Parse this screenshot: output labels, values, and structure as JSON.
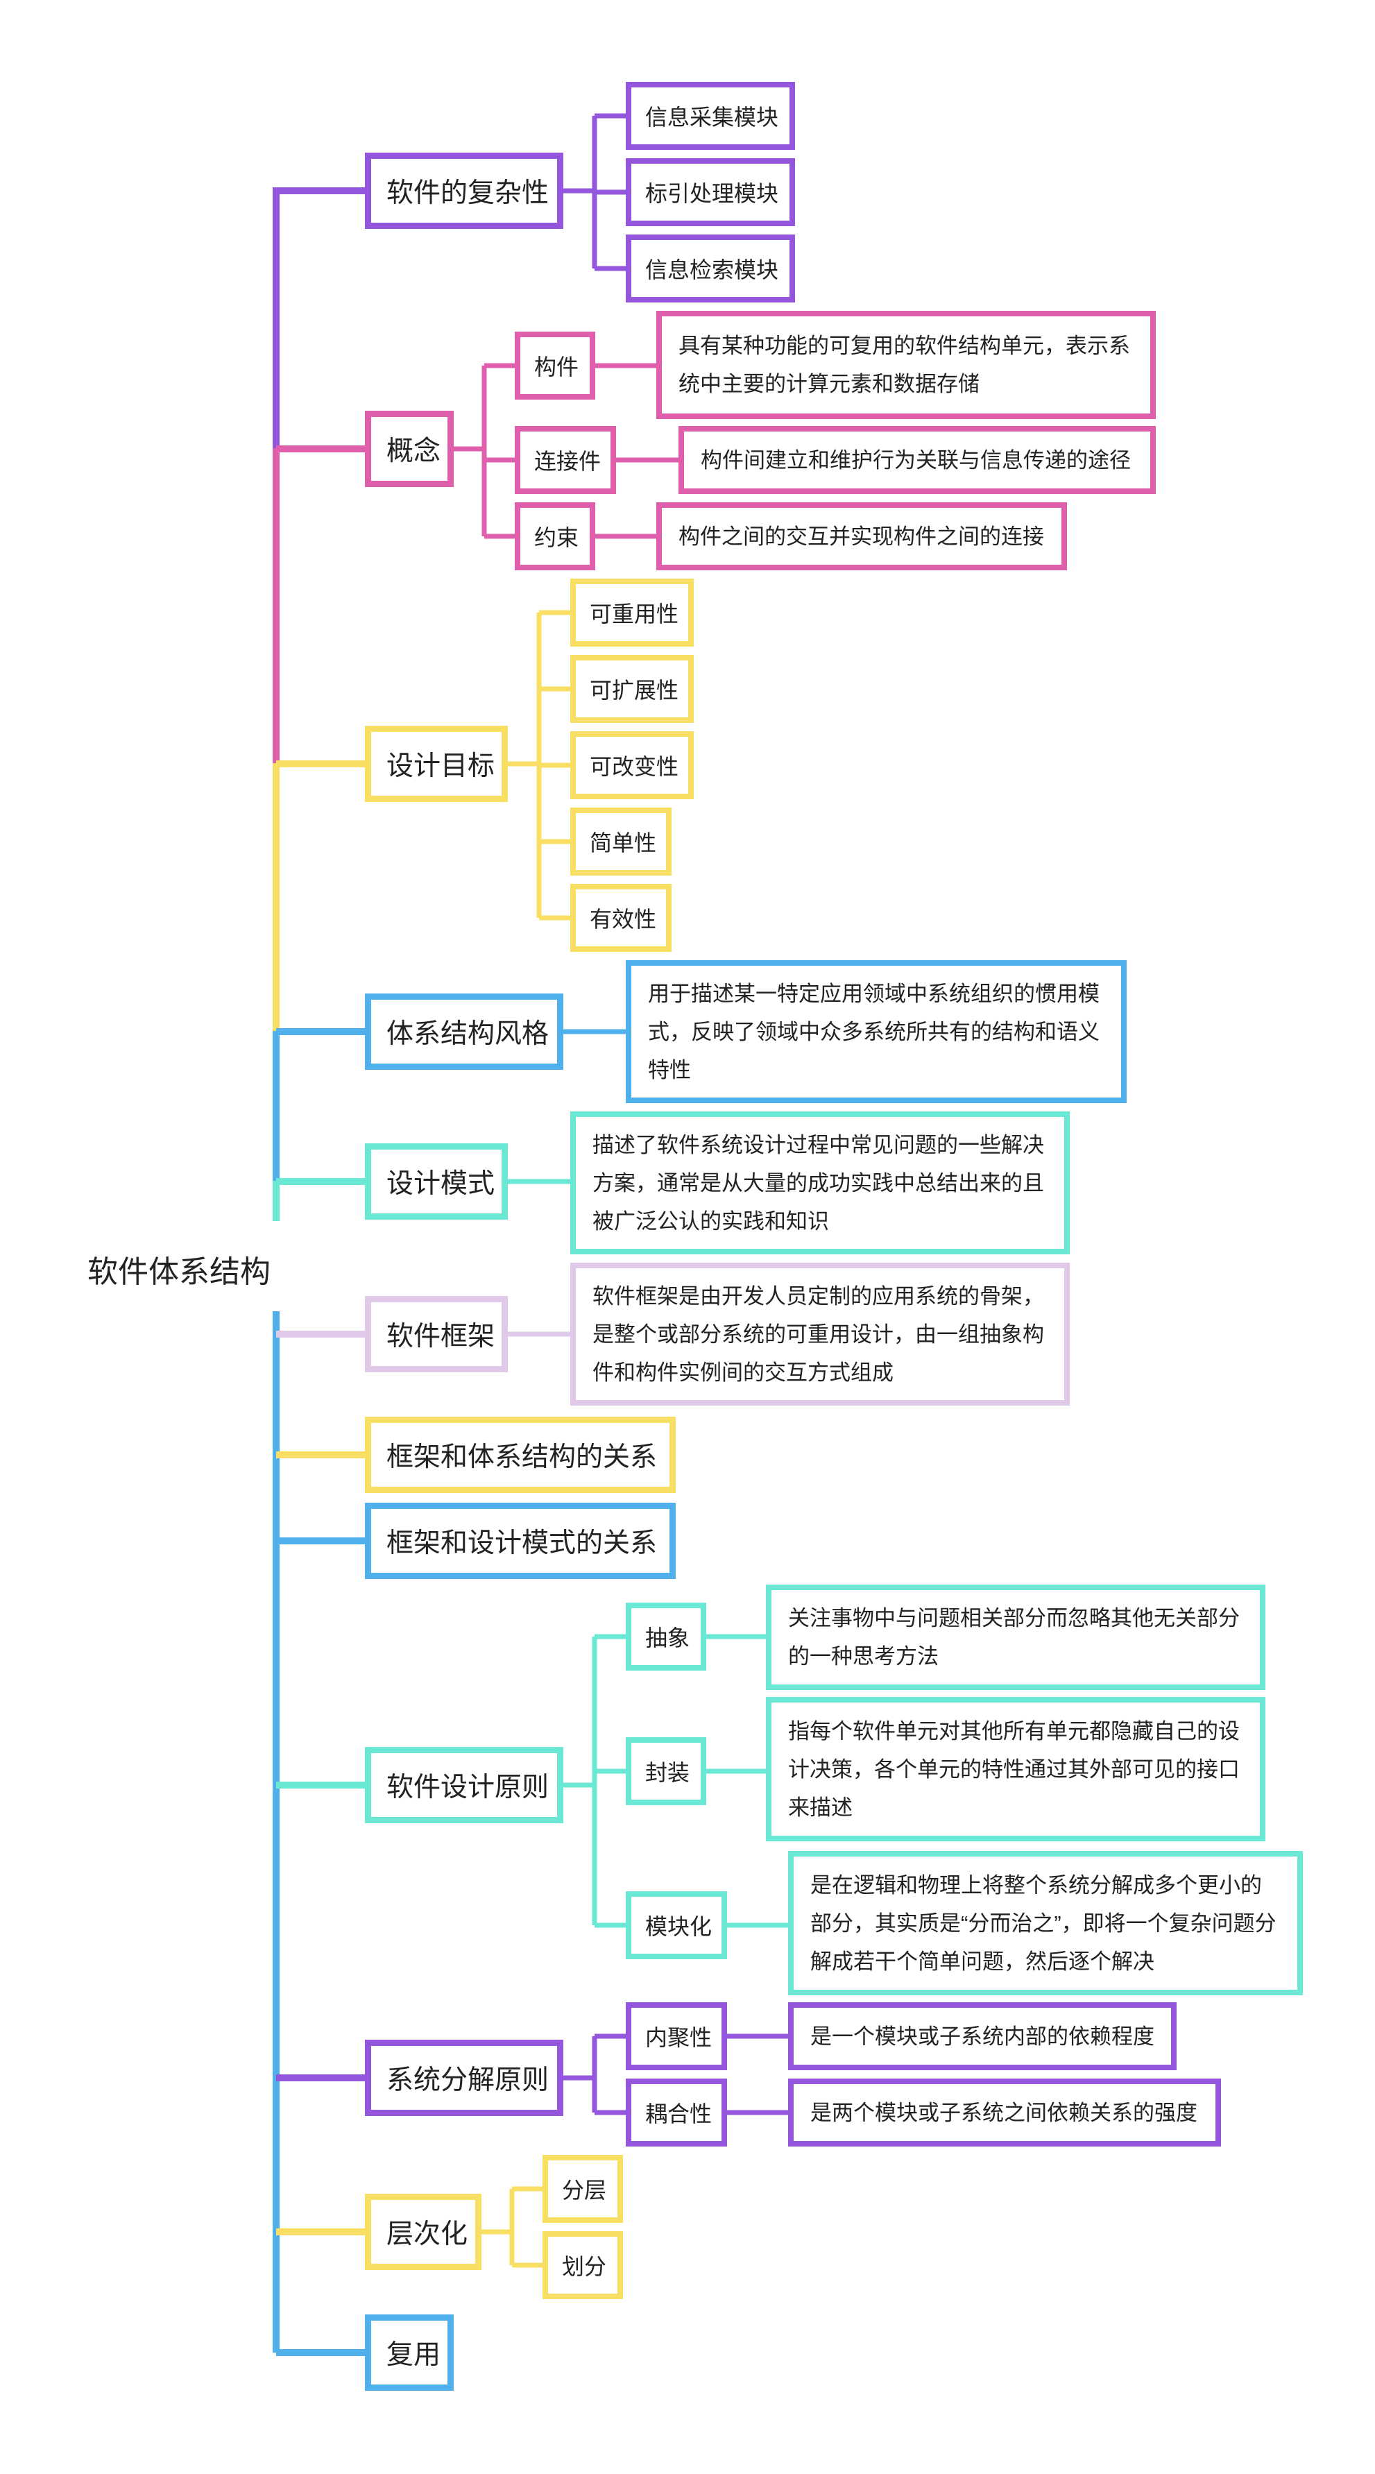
{
  "title": "软件体系结构",
  "colors": {
    "purple": "#9456dc",
    "pink": "#e05fac",
    "yellow": "#f8df64",
    "blue": "#4fb0ec",
    "mint": "#6be8d4",
    "lavender": "#dfc8e8",
    "text": "#222222"
  },
  "branches": [
    {
      "label": "软件的复杂性",
      "color": "purple",
      "children": [
        {
          "label": "信息采集模块"
        },
        {
          "label": "标引处理模块"
        },
        {
          "label": "信息检索模块"
        }
      ]
    },
    {
      "label": "概念",
      "color": "pink",
      "children": [
        {
          "label": "构件",
          "detail": "具有某种功能的可复用的软件结构单元，表示系统中主要的计算元素和数据存储"
        },
        {
          "label": "连接件",
          "detail": "构件间建立和维护行为关联与信息传递的途径"
        },
        {
          "label": "约束",
          "detail": "构件之间的交互并实现构件之间的连接"
        }
      ]
    },
    {
      "label": "设计目标",
      "color": "yellow",
      "children": [
        {
          "label": "可重用性"
        },
        {
          "label": "可扩展性"
        },
        {
          "label": "可改变性"
        },
        {
          "label": "简单性"
        },
        {
          "label": "有效性"
        }
      ]
    },
    {
      "label": "体系结构风格",
      "color": "blue",
      "detail": "用于描述某一特定应用领域中系统组织的惯用模式，反映了领域中众多系统所共有的结构和语义特性"
    },
    {
      "label": "设计模式",
      "color": "mint",
      "detail": "描述了软件系统设计过程中常见问题的一些解决方案，通常是从大量的成功实践中总结出来的且被广泛公认的实践和知识"
    },
    {
      "label": "软件框架",
      "color": "lavender",
      "detail": "软件框架是由开发人员定制的应用系统的骨架，是整个或部分系统的可重用设计，由一组抽象构件和构件实例间的交互方式组成"
    },
    {
      "label": "框架和体系结构的关系",
      "color": "yellow"
    },
    {
      "label": "框架和设计模式的关系",
      "color": "blue"
    },
    {
      "label": "软件设计原则",
      "color": "mint",
      "children": [
        {
          "label": "抽象",
          "detail": "关注事物中与问题相关部分而忽略其他无关部分的一种思考方法"
        },
        {
          "label": "封装",
          "detail": "指每个软件单元对其他所有单元都隐藏自己的设计决策，各个单元的特性通过其外部可见的接口来描述"
        },
        {
          "label": "模块化",
          "detail": "是在逻辑和物理上将整个系统分解成多个更小的部分，其实质是“分而治之”，即将一个复杂问题分解成若干个简单问题，然后逐个解决"
        }
      ]
    },
    {
      "label": "系统分解原则",
      "color": "purple",
      "children": [
        {
          "label": "内聚性",
          "detail": "是一个模块或子系统内部的依赖程度"
        },
        {
          "label": "耦合性",
          "detail": "是两个模块或子系统之间依赖关系的强度"
        }
      ]
    },
    {
      "label": "层次化",
      "color": "yellow",
      "children": [
        {
          "label": "分层"
        },
        {
          "label": "划分"
        }
      ]
    },
    {
      "label": "复用",
      "color": "blue"
    }
  ]
}
